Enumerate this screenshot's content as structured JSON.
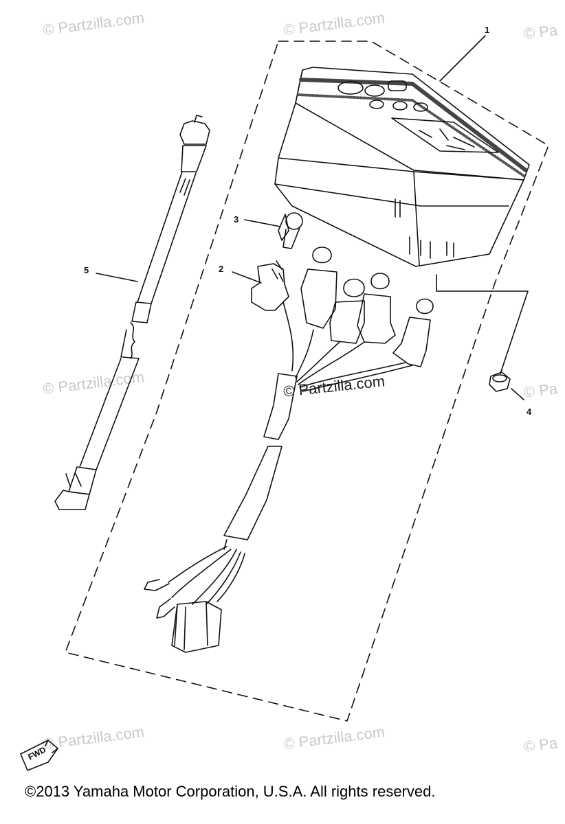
{
  "watermark": "© Partzilla.com",
  "watermark_partial": "© Pa",
  "center_watermark": "© Partzilla.com",
  "callouts": [
    "1",
    "2",
    "3",
    "4",
    "5"
  ],
  "fwd_label": "FWD",
  "footer": "©2013  Yamaha Motor Corporation, U.S.A. All rights reserved.",
  "colors": {
    "line": "#111111",
    "watermark": "#c9c9c9"
  }
}
